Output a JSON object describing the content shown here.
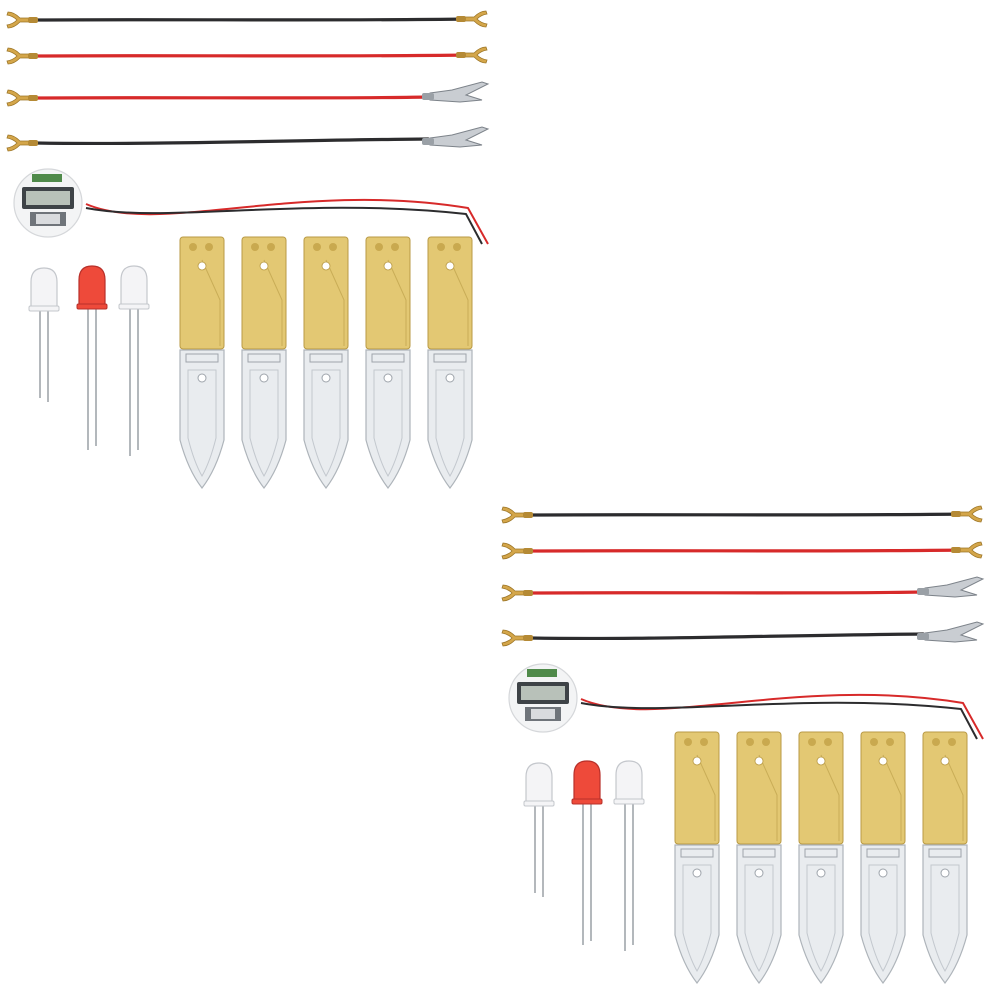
{
  "background": "#ffffff",
  "colors": {
    "wire_black": "#2c2c2e",
    "wire_red": "#d72a2a",
    "brass": "#d4a64a",
    "gold_plate": "#e3c873",
    "silver": "#e9ecef",
    "led_red": "#ee4a3a",
    "led_clear": "#f4f4f6"
  },
  "kits": [
    {
      "name": "kit-top-left",
      "wires": [
        {
          "color": "black",
          "end": "spade-spade"
        },
        {
          "color": "red",
          "end": "spade-spade"
        },
        {
          "color": "red",
          "end": "spade-alligator"
        },
        {
          "color": "black",
          "end": "spade-alligator"
        }
      ],
      "leds": [
        "clear",
        "red",
        "clear"
      ],
      "electrodes": 5,
      "has_display_module": true
    },
    {
      "name": "kit-bottom-right",
      "wires": [
        {
          "color": "black",
          "end": "spade-spade"
        },
        {
          "color": "red",
          "end": "spade-spade"
        },
        {
          "color": "red",
          "end": "spade-alligator"
        },
        {
          "color": "black",
          "end": "spade-alligator"
        }
      ],
      "leds": [
        "clear",
        "red",
        "clear"
      ],
      "electrodes": 5,
      "has_display_module": true
    }
  ]
}
